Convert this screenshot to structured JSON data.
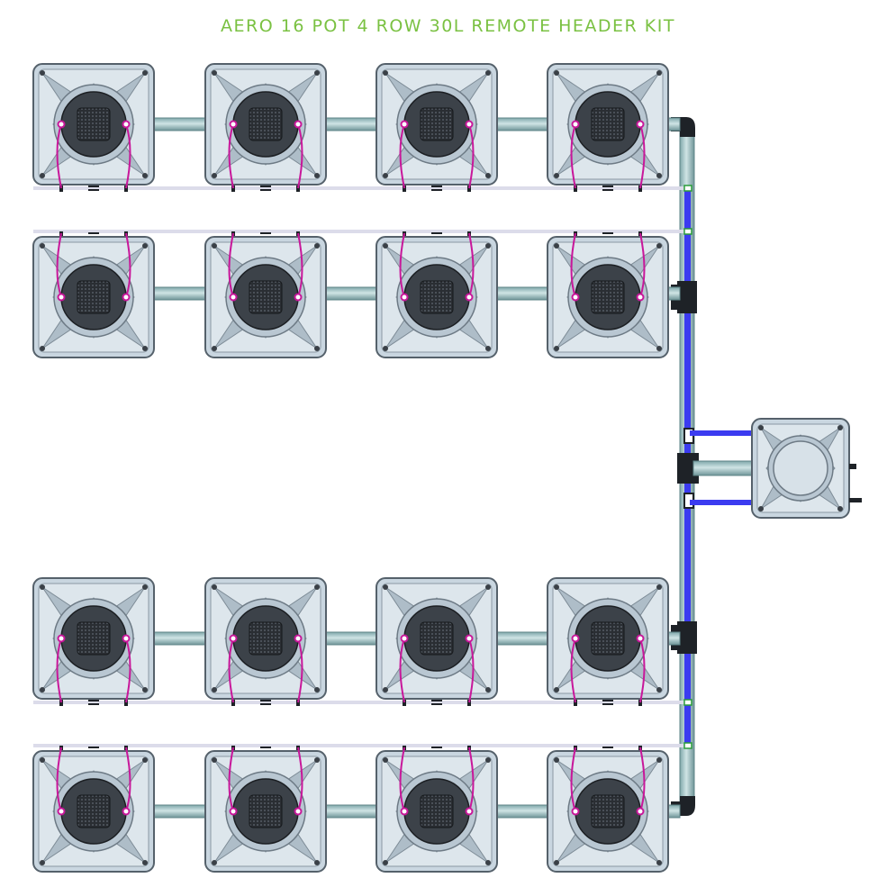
{
  "title": "AERO 16 POT 4 ROW 30L REMOTE HEADER KIT",
  "colors": {
    "title": "#7ac142",
    "pot_body": "#c9d6e0",
    "pot_edge": "#55616b",
    "pipe": "#9fc4c6",
    "blue_hose": "#3b3bf0",
    "feed_line": "#dcdcea",
    "magenta_loop": "#c8179a",
    "dark": "#1e2227"
  },
  "rows": [
    {
      "id": "row-1",
      "pots": 4,
      "feed_side": "bottom"
    },
    {
      "id": "row-2",
      "pots": 4,
      "feed_side": "top"
    },
    {
      "id": "row-3",
      "pots": 4,
      "feed_side": "bottom"
    },
    {
      "id": "row-4",
      "pots": 4,
      "feed_side": "top"
    }
  ],
  "header_tank": {
    "id": "remote-header-tank"
  }
}
